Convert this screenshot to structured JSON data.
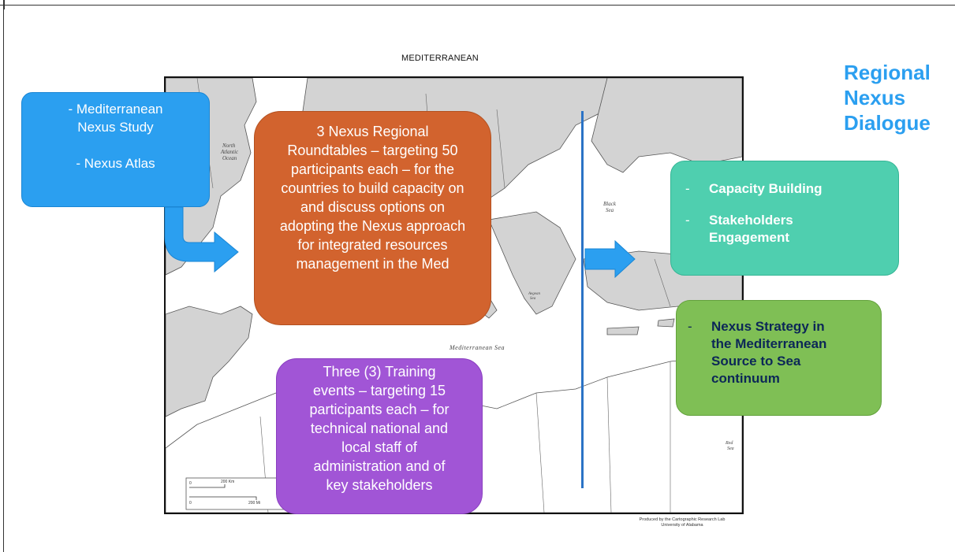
{
  "map": {
    "title": "MEDITERRANEAN",
    "labels": {
      "north_atlantic": [
        "North",
        "Atlantic",
        "Ocean"
      ],
      "black_sea": [
        "Black",
        "Sea"
      ],
      "mediterranean_sea": "Mediterranean Sea",
      "aegean_sea": [
        "Aegean",
        "Sea"
      ],
      "red_sea": [
        "Red",
        "Sea"
      ]
    },
    "scale": {
      "km": "200 Km",
      "mi": "200 Mi",
      "zero": "0"
    },
    "credit": [
      "Produced by the Cartographic Research Lab",
      "University of Alabama"
    ]
  },
  "blue_box": {
    "line1": "- Mediterranean",
    "line2": "Nexus Study",
    "line3": "- Nexus Atlas"
  },
  "orange_box": {
    "lines": [
      "3 Nexus Regional",
      "Roundtables – targeting 50",
      "participants each – for the",
      "countries to build capacity on",
      "and discuss options on",
      "adopting the Nexus approach",
      "for integrated resources",
      "management in the Med"
    ]
  },
  "purple_box": {
    "lines": [
      "Three (3) Training",
      "events – targeting 15",
      "participants each – for",
      "technical national and",
      "local staff of",
      "administration and of",
      "key stakeholders"
    ]
  },
  "teal_box": {
    "dash": "-",
    "item1": "Capacity Building",
    "item2_line1": "Stakeholders",
    "item2_line2": "Engagement"
  },
  "green_box": {
    "dash": "-",
    "lines": [
      "Nexus Strategy in",
      "the Mediterranean",
      "Source to Sea",
      "continuum"
    ]
  },
  "heading": {
    "line1": "Regional",
    "line2": "Nexus",
    "line3": "Dialogue"
  },
  "colors": {
    "blue": "#2b9ff0",
    "orange": "#d2632e",
    "purple": "#a155d6",
    "teal": "#4fcfaf",
    "green": "#7fbf55",
    "green_text": "#0c2757"
  }
}
